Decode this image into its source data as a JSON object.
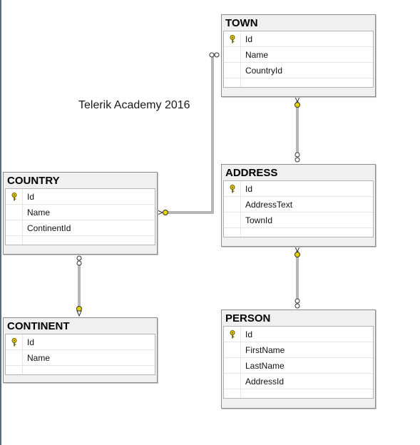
{
  "caption": "Telerik Academy 2016",
  "tables": {
    "town": {
      "title": "TOWN",
      "columns": [
        "Id",
        "Name",
        "CountryId"
      ]
    },
    "country": {
      "title": "COUNTRY",
      "columns": [
        "Id",
        "Name",
        "ContinentId"
      ]
    },
    "address": {
      "title": "ADDRESS",
      "columns": [
        "Id",
        "AddressText",
        "TownId"
      ]
    },
    "continent": {
      "title": "CONTINENT",
      "columns": [
        "Id",
        "Name"
      ]
    },
    "person": {
      "title": "PERSON",
      "columns": [
        "Id",
        "FirstName",
        "LastName",
        "AddressId"
      ]
    }
  },
  "primary_key_icon": "key-icon",
  "colors": {
    "key": "#e8d200",
    "line": "#707070"
  }
}
